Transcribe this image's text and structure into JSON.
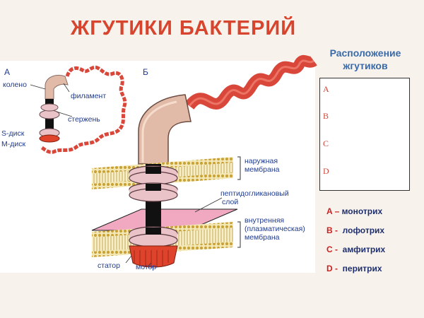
{
  "title": "ЖГУТИКИ  БАКТЕРИЙ",
  "panel_a_letter": "А",
  "panel_b_letter": "Б",
  "labels_a": {
    "koleno": "колено",
    "filament": "филамент",
    "sterzhen": "стержень",
    "s_disk": "S-диск",
    "m_disk": "М-диск"
  },
  "labels_b": {
    "outer_membrane": [
      "наружная",
      "мембрана"
    ],
    "peptidoglycan": [
      "пептидогликановый",
      "слой"
    ],
    "inner_membrane": [
      "внутренняя",
      "(плазматическая)",
      "мембрана"
    ],
    "stator": "статор",
    "motor": "мотор"
  },
  "side_title": [
    "Расположение",
    "жгутиков"
  ],
  "side_letters": [
    "A",
    "B",
    "C",
    "D"
  ],
  "legend": [
    {
      "key": "A",
      "sep": " – ",
      "text": "монотрих"
    },
    {
      "key": "B",
      "sep": " -  ",
      "text": "лофотрих"
    },
    {
      "key": "C",
      "sep": " -  ",
      "text": "амфитрих"
    },
    {
      "key": "D",
      "sep": " -  ",
      "text": "перитрих"
    }
  ],
  "colors": {
    "title": "#d8452e",
    "label": "#1f3b8f",
    "filament": "#d9473a",
    "hook": "#e2bba8",
    "disk": "#e9c3c8",
    "rod": "#111111",
    "motor": "#e0432b",
    "membrane_dots": "#c9a236",
    "peptidoglycan": "#f0a9c0"
  }
}
